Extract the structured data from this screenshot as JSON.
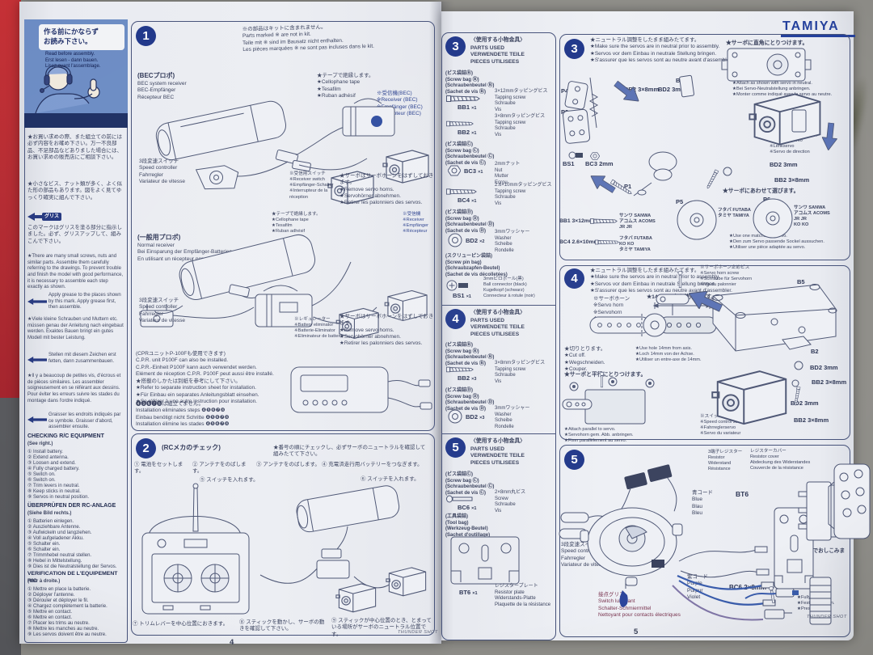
{
  "logo": "TAMIYA",
  "footer": {
    "brand": "THUNDER SHOT",
    "left_page": "4",
    "right_page": "5"
  },
  "shared": {
    "neutral_note": "★ニュートラル調整をしたまま組みたてます。\n★Make sure the servos are in neutral prior to assembly.\n★Servos vor dem Einbau in neutrale Stellung bringen.\n★S'assurer que les servos sont au neutre avant d'assembler.",
    "speed_controller": "3段変速スイッチ\nSpeed controller\nFahrregler\nVariateur de vitesse",
    "parts_header_jp": "〈使用する小物金具〉",
    "parts_header_sub": "PARTS USED\nVERWENDETE TEILE\nPIECES UTILISEES",
    "bag_b": "(ビス袋詰Ⓑ)\n(Screw bag Ⓑ)\n(Schraubenbeutel Ⓑ)\n(Sachet de vis Ⓑ)",
    "bag_c": "(ビス袋詰Ⓒ)\n(Screw bag Ⓒ)\n(Schraubenbeutel Ⓒ)\n(Sachet de vis Ⓒ)",
    "bag_d": "(ビス袋詰Ⓓ)\n(Screw bag Ⓓ)\n(Schraubenbeutel Ⓓ)\n(Sachet de vis Ⓓ)",
    "tapping_3x12": "3×12mmタッピングビス\nTapping screw\nSchraube\nVis",
    "tapping_3x8": "3×8mmタッピングビス\nTapping screw\nSchraube\nVis",
    "tapping_26x10": "2.6×10mmタッピングビス\nTapping screw\nSchraube\nVis",
    "washer_desc": "3mmワッシャー\nWasher\nScheibe\nRondelle",
    "tag_bb2": "BB2 3×8mm",
    "tag_bd2": "BD2 3mm"
  },
  "sidebar": {
    "title_jp": "作る前にかならず\nお読み下さい。",
    "title_sub": "Read before assembly.\nErst lesen - dann bauen.\nLisez avant l'assemblage.",
    "jp1": "★お買い求めの際、また組立ての前には必ず内容をお確め下さい。万一不良部品、不足部品などありました場合には、お買い求めの販売店にご相談下さい。",
    "jp2": "★小さなビス、ナット類が多く、よく似た形の部品もあります。図をよく見てゆっくり確実に組んで下さい。",
    "grease_badge": "グリス",
    "jp3": "このマークはグリスを塗る部分に指示しました。必ず、グリスアップして、組みこんで下さい。",
    "en1": "★There are many small screws, nuts and similar parts. Assemble them carefully referring to the drawings. To prevent trouble and finish the model with good performance, it is necessary to assemble each step exactly as shown.",
    "en2": "Apply grease to the places shown by this mark. Apply grease first, then assemble.",
    "de1": "★Viele kleine Schrauben und Muttern etc. müssen genau der Anleitung nach eingebaut werden. Exaktes Bauen bringt ein gutes Modell mit bester Leistung.",
    "de2": "Stellen mit diesem Zeichen erst fetten, dann zusammenbauen.",
    "fr1": "★Il y a beaucoup de petites vis, d'écrous et de pièces similaires. Les assembler soigneusement en se référant aux dessins. Pour éviter les erreurs suivre les stades du montage dans l'ordre indiqué.",
    "fr2": "Graisser les endroits indiqués par ce symbole. Graisser d'abord, assembler ensuite.",
    "chk_en_title": "CHECKING R/C EQUIPMENT",
    "chk_en_sub": "(See right.)",
    "chk_en": "① Install battery.\n② Extend antenna.\n③ Loosen and extend.\n④ Fully charged battery.\n⑤ Switch on.\n⑥ Switch on.\n⑦ Trim levers in neutral.\n⑧ Keep sticks in neutral.\n⑨ Servos in neutral position.",
    "chk_de_title": "ÜBERPRÜFEN DER RC-ANLAGE",
    "chk_de_sub": "(Siehe Bild rechts.)",
    "chk_de": "① Batterien einlegen.\n② Ausziehbare Antenne.\n③ Aufwickeln und langziehen.\n④ Voll aufgeladener Akku.\n⑤ Schalter ein.\n⑥ Schalter ein.\n⑦ Trimmhebel neutral stellen.\n⑧ Hebel in Mittelstellung.\n⑨ Dies ist die Neutralstellung der Servos.",
    "chk_fr_title": "VERIFICATION DE L'EQUIPEMENT R/C",
    "chk_fr_sub": "(Voir à droite.)",
    "chk_fr": "① Mettre en place la batterie.\n② Déployer l'antenne.\n③ Dérouler et déployer le fil.\n④ Chargez complètement la batterie.\n⑤ Mettre en contact.\n⑥ Mettre en contact.\n⑦ Placer les trims au neutre.\n⑧ Mettre les manches au neutre.\n⑨ Les servos doivent être au neutre."
  },
  "s1": {
    "num": "1",
    "kit_note": "※の部品はキットに含まれません。\nParts marked ※ are not in kit.\nTeile mit ※ sind im Bausatz nicht enthalten.\nLes pièces marquées ※ ne sont pas incluses dans le kit.",
    "title": "(BECプロポ)",
    "title_sub": "BEC system receiver\nBEC-Empfänger\nRécepteur BEC",
    "tape": "★テープで絶縁します。\n★Cellophane tape\n★Tesafilm\n★Ruban adhésif",
    "rx_bec": "※受信機(BEC)\n※Receiver (BEC)\n※Empfänger (BEC)\n※Récepteur (BEC)",
    "rx_switch": "※受信用スイッチ\n※Receiver switch\n※Empfänger-Schalter\n※Interrupteur de la réception",
    "horns": "★サーボはサーボホーンをはずしておきます。\n★Remove servo horns.\n★Servohörner abnehmen.\n★Retirer les palonniers des servos.",
    "normal_title": "(一般用プロポ)",
    "normal_sub": "Normal receiver\nBei Einsparung der Empfänger-Batterien\nEn utilisant un récepteur normal",
    "rx2": "※受信機\n※Receiver\n※Empfänger\n※Récepteur",
    "eliminator": "※レギュレーター\n※Battery eliminator\n※Batterie-Eliminator\n※Eliminateur de batterie",
    "cpr": "(CPRユニットP-100Fも使用できます)\nC.P.R. unit P100F can also be installed.\nC.P.R.-Einheit P100F kann auch verwendet werden.\nElément de réception C.P.R. P100F peut aussi être installé.",
    "cpr_note": "★搭載のしかたは別紙を参考にして下さい。\n★Refer to separate instruction sheet for installation.\n★Für Einbau ein separates Anleitungsblatt einsehen.\n★Se référer à une autre instruction pour installation.",
    "cpr_steps": "❹❺❻❼❽は組立てません。\nInstallation eliminates steps ❹❺❻❼❽\nEinbau benötigt nicht Schritte ❹❺❻❼❽\nInstallation élimine les stades ❹❺❻❼❽"
  },
  "s2": {
    "num": "2",
    "title": "(RCメカのチェック)",
    "note": "★番号の順にチェックし、必ずサーボのニュートラルを確認して組みたてて下さい。",
    "c1": "① 電池をセットします。",
    "c2": "② アンテナをのばします。",
    "c3": "③ アンテナをのばします。",
    "c4": "④ 充電済走行用バッテリーをつなぎます。",
    "c5": "⑤ スイッチを入れます。",
    "c6": "⑥ スイッチを入れます。",
    "c7": "⑦ トリムレバーを中心位置におきます。",
    "c8": "⑧ スティックを動かし、サーボの動きを確認して下さい。",
    "c9": "⑨ スティックが中心位置のとき、とまっている場所がサーボのニュートラル位置です。"
  },
  "p3": {
    "num": "3",
    "bb1_code": "BB1",
    "bb1_qty": "×1",
    "bb2_code": "BB2",
    "bb2_qty": "×1",
    "bc3_code": "BC3",
    "bc3_qty": "×1",
    "bc3_desc": "2mmナット\nNut\nMutter\nEcrou",
    "bc4_code": "BC4",
    "bc4_qty": "×1",
    "bd2_code": "BD2",
    "bd2_qty": "×2",
    "bag_s": "(スクリューピン袋詰)\n(Screw pin bag)\n(Schraubzapfen-Beutel)\n(Sachet de vis décolletées)",
    "bs1_code": "BS1",
    "bs1_qty": "×1",
    "bs1_desc": "3mmピロボール(黒)\nBall connector (black)\nKugelkopf (schwarz)\nConnecteur à rotule (noir)"
  },
  "p4": {
    "num": "4",
    "bb2_qty": "×3",
    "bd2_qty": "×3"
  },
  "p5": {
    "num": "5",
    "bag_tool": "(工具袋詰)\n(Tool bag)\n(Werkzeug-Beutel)\n(Sachet d'outillage)",
    "bc6_code": "BC6",
    "bc6_qty": "×1",
    "bc6_desc": "2×8mm丸ビス\nScrew\nSchraube\nVis",
    "bt6_code": "BT6",
    "bt6_qty": "×1",
    "bt6_desc": "レジスタープレート\nResistor plate\nWiderstands-Platte\nPlaquette de la résistance"
  },
  "d3": {
    "right_angle": "★サーボに直角にとりつけます。",
    "attach_neutral": "★Attach as shown with servo in neutral.\n★Bei Servo-Neutralstellung anbringen.\n★Monter comme indiqué avec le servo au neutre.",
    "p4": "P4",
    "p2": "P2",
    "bs1": "BS1",
    "bc3": "BC3 2mm",
    "p1": "P1",
    "b11": "B11",
    "steering": "※ステアリング用サーボ\n※Steering servo\n※Lenkservo\n※Servo de direction",
    "choose": "★サーボにあわせて選びます。",
    "p5": "P5",
    "p6": "P6",
    "wheel_left": "フタバ FUTABA\nタミヤ TAMIYA",
    "wheel_right": "サンワ SANWA\nアコムス ACOMS\nJR JR\nKO KO",
    "match_note": "★Use one matched to servo.\n★Den zum Servo passende Sockel aussuchen.\n★Utiliser une pièce adaptée au servo.",
    "bb1_tag": "BB1 3×12mm",
    "bb1_for": "サンワ SANWA\nアコムス ACOMS\nJR JR",
    "bc4_tag": "BC4 2.6×10mm",
    "bc4_for": "フタバ FUTABA\nKO KO\nタミヤ TAMIYA"
  },
  "d4": {
    "horn": "※サーボホーン\n※Servo horn\n※Servohorn\n※Palonnier du servo",
    "hole14": "★14mmの穴を使用します。",
    "cut": "★切りとります。\n★Cut off.\n★Wegschneiden.\n★Couper.",
    "hole14_sub": "★Use hole 14mm from axis.\n★Loch 14mm von der Achse.\n★Utiliser un entre-axe de 14mm.",
    "parallel": "★サーボと平行にとりつけます。",
    "parallel_sub": "★Attach parallel to servo.\n★Servohorn gem. Abb. anbringen.\n★Fixer parallèlement au servo.",
    "horn_screw": "※サーボホーン止めビス\n※Servo horn screw\n※Schraube für Servohorn\n※Vis du palonnier",
    "b5": "B5",
    "b2": "B2",
    "speed_servo": "※スイッチ用サーボ\n※Speed control servo\n※Fahrreglerservo\n※Servo du variateur"
  },
  "d5": {
    "resistor": "3端子レジスター\nResistor\nWiderstand\nRésistance",
    "cover": "レジスターカバー\nResistor cover\nAbdeckung des Widerstandes\nCouvercle de la résistance",
    "blue": "青コード\nBlue\nBlau\nBleu",
    "bt6": "BT6",
    "purple": "紫コード\nPurple\nPurpur\nViolet",
    "bc6_tag": "BC6 2×8mm",
    "lubricant": "接点グリス\nSwitch lubricant\nSchalter-Schmiermittel\nNettoyant pour contacts électriques",
    "press": "★いっぱいまでおしこみます。",
    "press_sub": "★Fully press on.\n★Fest eindrücken.\n★Presser à fond."
  }
}
